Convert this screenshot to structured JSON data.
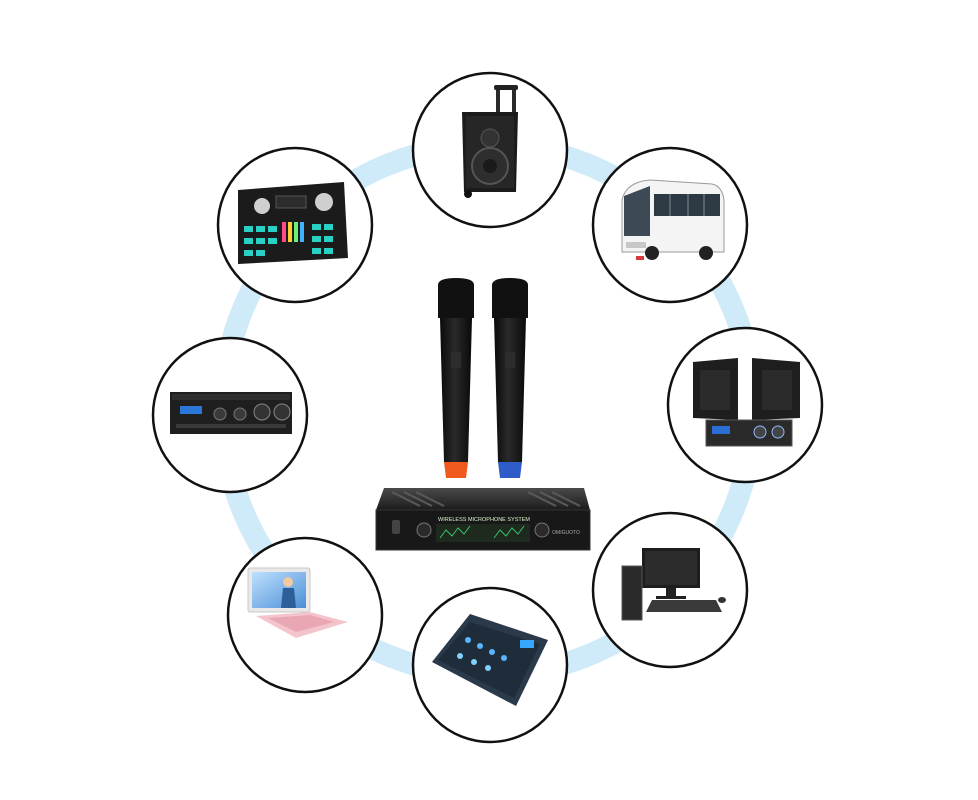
{
  "scene": {
    "ring_color": "#cfeaf8",
    "bubble_border": "#111111",
    "background": "#ffffff"
  },
  "center_device": {
    "panel_title": "WIRELESS MICROPHONE SYSTEM",
    "brand": "OMIGUOTO",
    "mic_left_cap_color": "#f05a1e",
    "mic_right_cap_color": "#2f5cc9"
  },
  "peripherals": [
    {
      "id": "speaker",
      "icon": "trolley-speaker-icon"
    },
    {
      "id": "bus",
      "icon": "bus-icon"
    },
    {
      "id": "bookshelf-speakers",
      "icon": "bookshelf-speakers-amp-icon"
    },
    {
      "id": "desktop-pc",
      "icon": "desktop-computer-icon"
    },
    {
      "id": "mixer",
      "icon": "audio-mixer-icon"
    },
    {
      "id": "laptop",
      "icon": "laptop-icon"
    },
    {
      "id": "amplifier",
      "icon": "amplifier-icon"
    },
    {
      "id": "sound-card",
      "icon": "sound-card-icon"
    }
  ]
}
